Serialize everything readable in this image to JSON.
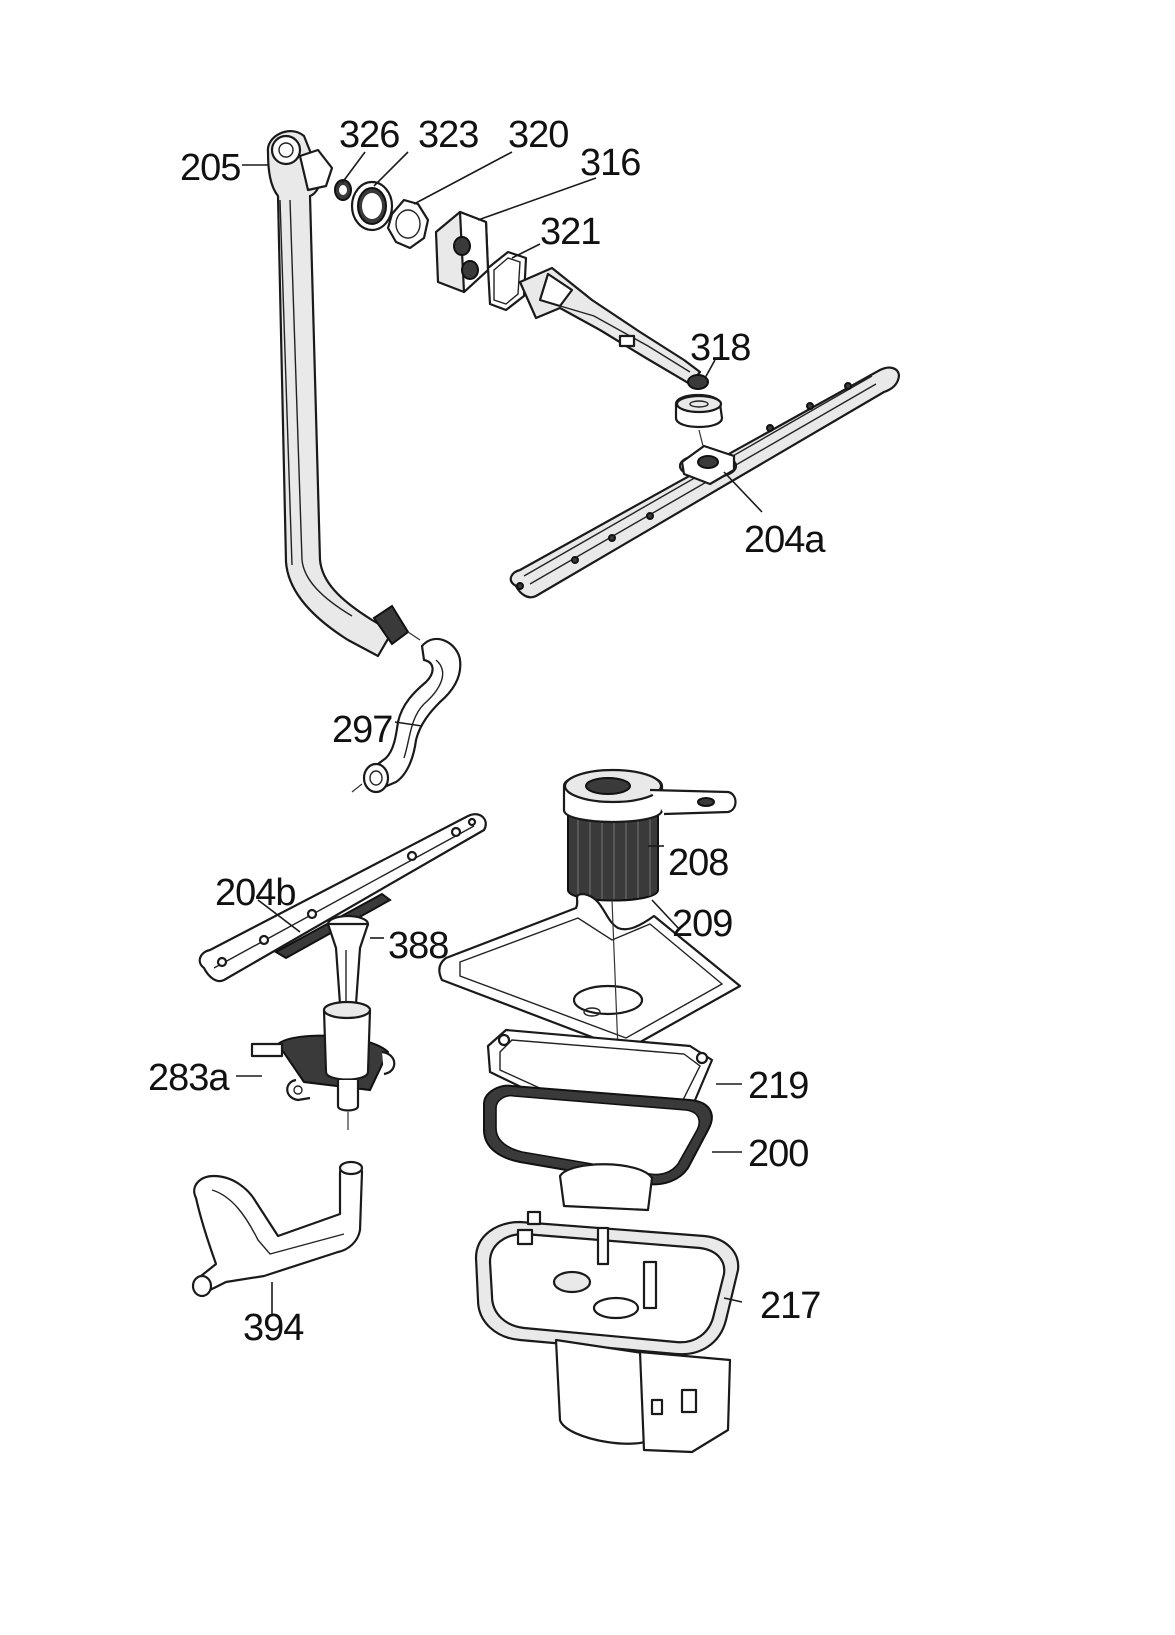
{
  "diagram": {
    "labels": {
      "l205": "205",
      "l326": "326",
      "l323": "323",
      "l320": "320",
      "l316": "316",
      "l321": "321",
      "l318": "318",
      "l204a": "204a",
      "l297": "297",
      "l208": "208",
      "l209": "209",
      "l204b": "204b",
      "l388": "388",
      "l283a": "283a",
      "l219": "219",
      "l200": "200",
      "l217": "217",
      "l394": "394"
    }
  }
}
